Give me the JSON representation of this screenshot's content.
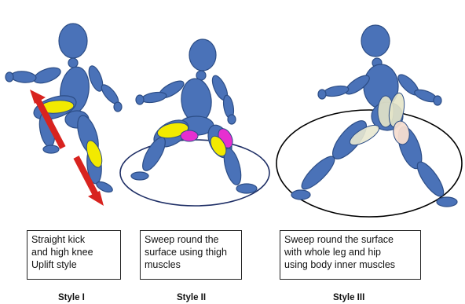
{
  "panels": [
    {
      "id": "style-1",
      "caption": [
        "Straight kick",
        "and high knee",
        "Uplift style"
      ],
      "label": "Style I"
    },
    {
      "id": "style-2",
      "caption": [
        "Sweep round the",
        "surface using thigh",
        "muscles"
      ],
      "label": "Style II"
    },
    {
      "id": "style-3",
      "caption": [
        "Sweep round the surface",
        "with whole leg and hip",
        "using body inner muscles"
      ],
      "label": "Style III"
    }
  ],
  "colors": {
    "body_fill": "#4a72b8",
    "body_stroke": "#2c4d86",
    "thigh_highlight": "#f2ea00",
    "inner_muscle": "#e62fd0",
    "hip_highlight": "#e4e4c8",
    "inner_thigh_highlight": "#f5ddd0",
    "arrow": "#d8231f",
    "ellipse_stroke": "#1f2f66"
  }
}
